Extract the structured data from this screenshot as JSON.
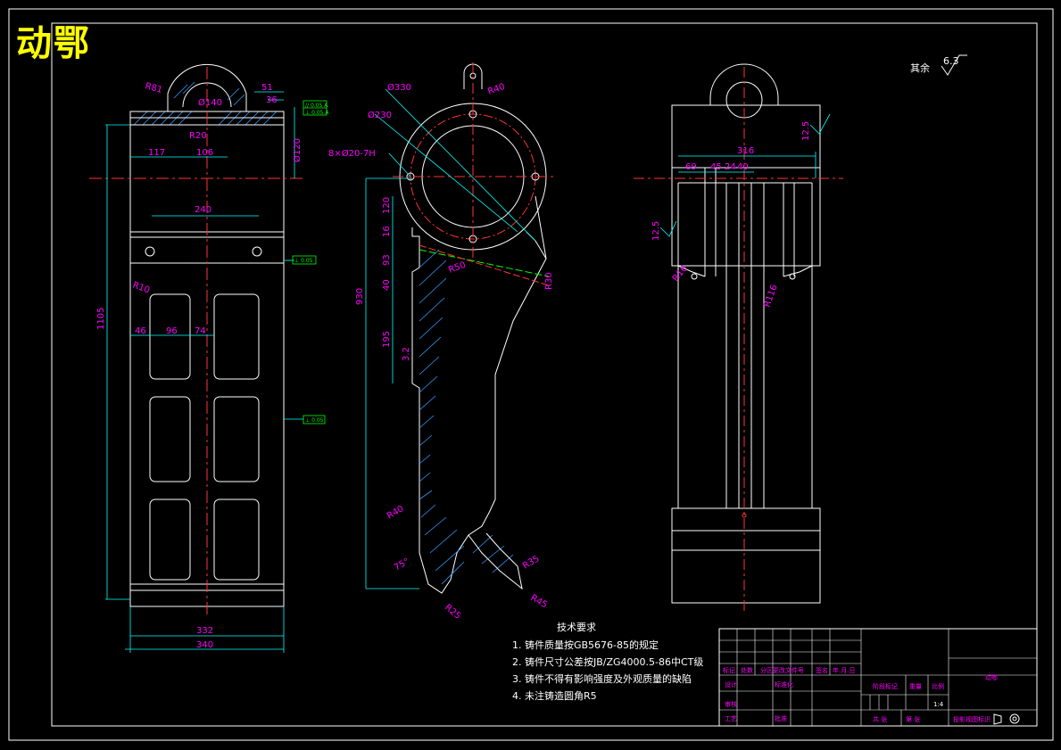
{
  "drawing": {
    "title": "动鄂",
    "roughness": {
      "label": "其余",
      "value": "6.3"
    }
  },
  "front_view": {
    "dims": {
      "r_top": "R81",
      "d_top": "Ø140",
      "w51": "51",
      "w36": "36",
      "w117": "117",
      "w106": "106",
      "h_r": "R20",
      "w240": "240",
      "h1105": "1105",
      "r10": "R10",
      "w46": "46",
      "w96": "96",
      "w74": "74",
      "w332": "332",
      "w340": "340",
      "d_right": "Ø120"
    },
    "tol_boxes": [
      "// 0.05 A",
      "⊥ 0.05 A",
      "⊥ 0.05",
      "⊥ 0.05"
    ]
  },
  "side_view": {
    "dims": {
      "d330": "Ø330",
      "d230": "Ø230",
      "r_lug": "R40",
      "holes": "8×Ø20-7H",
      "h120": "120",
      "h16": "16",
      "h93": "93",
      "h40": "40",
      "h930": "930",
      "h195": "195",
      "r50": "R50",
      "r30": "R30",
      "ra32": "3.2",
      "r40b": "R40",
      "ang": "75°",
      "r35": "R35",
      "r45": "R45",
      "r25": "R25"
    }
  },
  "end_view": {
    "dims": {
      "w316": "316",
      "w69": "69",
      "w45": "45",
      "w24": "24",
      "w40": "40",
      "ra125a": "12.5",
      "ra125b": "12.5",
      "r16": "R16",
      "r116": "R116"
    }
  },
  "notes": {
    "heading": "技术要求",
    "items": [
      "1. 铸件质量按GB5676-85的规定",
      "2. 铸件尺寸公差按JB/ZG4000.5-86中CT级",
      "3. 铸件不得有影响强度及外观质量的缺陷",
      "4. 未注铸造圆角R5"
    ]
  },
  "titleblock": {
    "part_name": "动鄂",
    "row1": [
      "标记",
      "处数",
      "分区",
      "更改文件号",
      "签名",
      "年.月.日"
    ],
    "row2": [
      "设计",
      "",
      "标准化",
      "",
      "阶段标记",
      "重量",
      "比例"
    ],
    "row3": [
      "审核"
    ],
    "row4": [
      "工艺",
      "",
      "批准",
      "",
      "共 张",
      "第 张"
    ],
    "scale": "1:4",
    "projection_label": "投影视图标识"
  }
}
